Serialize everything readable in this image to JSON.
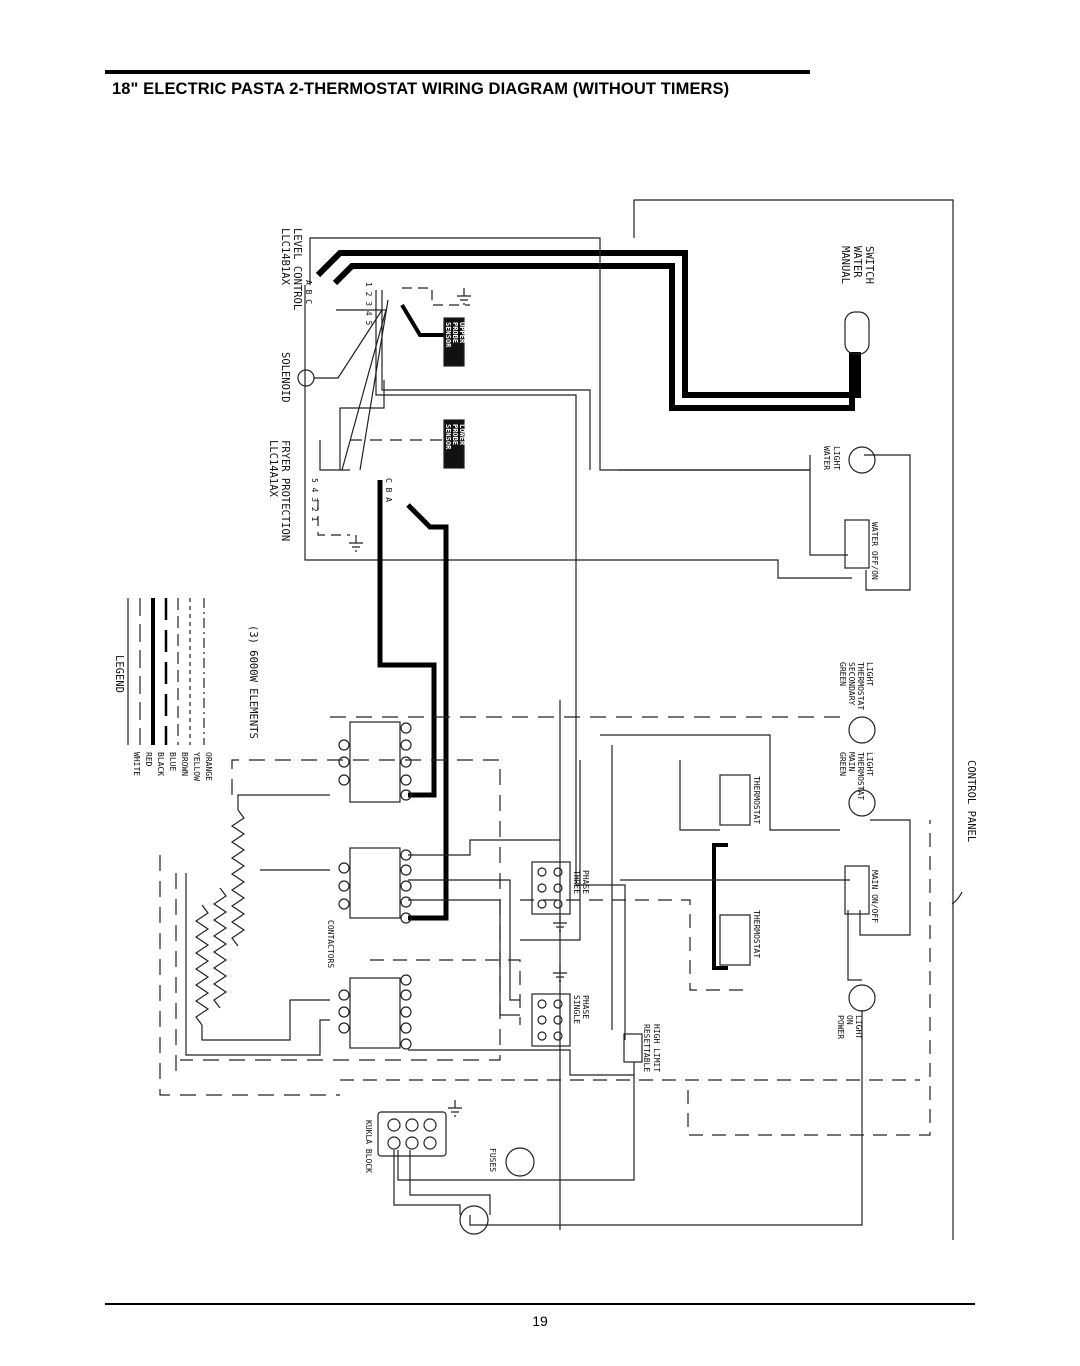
{
  "header": {
    "title": "18\" ELECTRIC PASTA 2-THERMOSTAT WIRING DIAGRAM (WITHOUT TIMERS)"
  },
  "footer": {
    "page_number": "19"
  },
  "diagram": {
    "components": {
      "level_control": [
        "LLC14B1AX",
        "LEVEL CONTROL"
      ],
      "solenoid": "SOLENOID",
      "fryer_protection": [
        "LLC14A1AX",
        "FRYER PROTECTION"
      ],
      "manual_water_switch": [
        "MANUAL",
        "WATER",
        "SWITCH"
      ],
      "sensor_probe_upper": [
        "SENSOR",
        "PROBE",
        "UPPER"
      ],
      "sensor_probe_lower": [
        "SENSOR",
        "PROBE",
        "LOWER"
      ],
      "water_light": [
        "WATER",
        "LIGHT"
      ],
      "water_off_on": "WATER OFF/ON",
      "elements": "(3) 6000W ELEMENTS",
      "green_secondary": [
        "GREEN",
        "SECONDARY",
        "THERMOSTAT",
        "LIGHT"
      ],
      "green_main": [
        "GREEN",
        "MAIN",
        "THERMOSTAT",
        "LIGHT"
      ],
      "thermostat": "THERMOSTAT",
      "three_phase": [
        "THREE",
        "PHASE"
      ],
      "single_phase": [
        "SINGLE",
        "PHASE"
      ],
      "contactors": "CONTACTORS",
      "main_on_off": "MAIN ON/OFF",
      "power_on_light": [
        "POWER",
        "ON",
        "LIGHT"
      ],
      "resettable_high_limit": [
        "RESETTABLE",
        "HIGH LIMIT"
      ],
      "kukla_block": "KUKLA BLOCK",
      "fuses": "FUSES",
      "control_panel": "CONTROL PANEL"
    },
    "terminals": {
      "level_abc": [
        "A",
        "B",
        "C"
      ],
      "level_12345": [
        "1",
        "2",
        "3",
        "4",
        "5"
      ],
      "fryer_54321": [
        "5",
        "4",
        "3",
        "2",
        "1"
      ],
      "fryer_cba": [
        "C",
        "B",
        "A"
      ]
    },
    "legend": {
      "title": "LEGEND",
      "items": [
        "WHITE",
        "RED",
        "BLACK",
        "BLUE",
        "BROWN",
        "YELLOW",
        "ORANGE"
      ]
    }
  }
}
